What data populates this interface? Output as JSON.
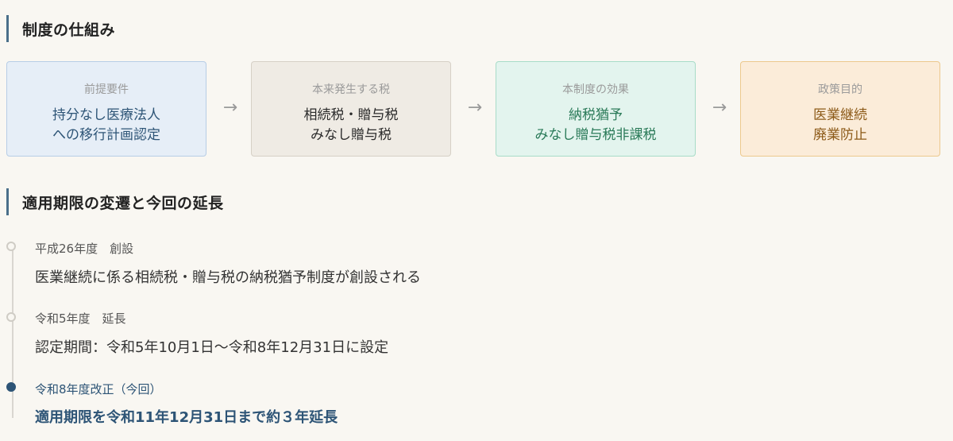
{
  "sections": {
    "mechanism_title": "制度の仕組み",
    "history_title": "適用期限の変遷と今回の延長"
  },
  "flow": [
    {
      "caption": "前提要件",
      "lines": [
        "持分なし医療法人",
        "への移行計画認定"
      ],
      "color": "#2d5476"
    },
    {
      "caption": "本来発生する税",
      "lines": [
        "相続税・贈与税",
        "みなし贈与税"
      ],
      "color": "#2b2b2b"
    },
    {
      "caption": "本制度の効果",
      "lines": [
        "納税猶予",
        "みなし贈与税非課税"
      ],
      "color": "#2a7a58"
    },
    {
      "caption": "政策目的",
      "lines": [
        "医業継続",
        "廃業防止"
      ],
      "color": "#8c5a18"
    }
  ],
  "arrow_symbol": "→",
  "timeline": [
    {
      "label": "平成26年度　創設",
      "description": "医業継続に係る相続税・贈与税の納税猶予制度が創設される",
      "current": false
    },
    {
      "label": "令和5年度　延長",
      "description": "認定期間：令和5年10月1日～令和8年12月31日に設定",
      "current": false
    },
    {
      "label": "令和8年度改正（今回）",
      "description": "適用期限を令和11年12月31日まで約３年延長",
      "current": true
    }
  ]
}
